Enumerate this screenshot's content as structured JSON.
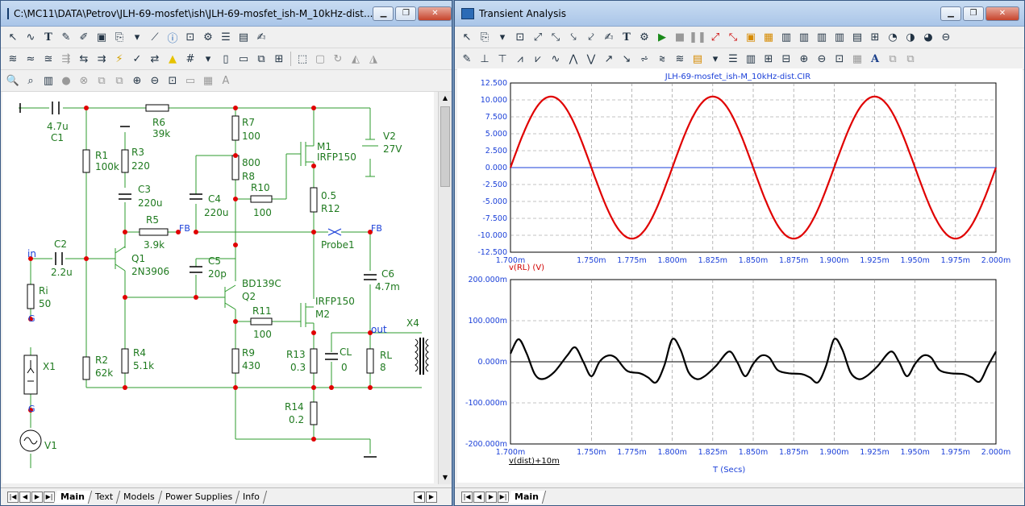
{
  "left_window": {
    "title": "C:\\MC11\\DATA\\Petrov\\JLH-69-mosfet\\ish\\JLH-69-mosfet_ish-M_10kHz-dist...",
    "tabs": [
      "Main",
      "Text",
      "Models",
      "Power Supplies",
      "Info"
    ],
    "active_tab": "Main"
  },
  "right_window": {
    "title": "Transient Analysis",
    "tabs": [
      "Main"
    ],
    "active_tab": "Main"
  },
  "schematic": {
    "labels": {
      "c1_val": "4.7u",
      "c1": "C1",
      "r6": "R6",
      "r6_val": "39k",
      "r7": "R7",
      "r7_val": "100",
      "m1": "M1",
      "m1_model": "IRFP150",
      "v2": "V2",
      "v2_val": "27V",
      "r1": "R1",
      "r1_val": "100k",
      "r3": "R3",
      "r3_val": "220",
      "r8_val": "800",
      "r8": "R8",
      "c3": "C3",
      "c3_val": "220u",
      "c4": "C4",
      "c4_val": "220u",
      "r10": "R10",
      "r10_val": "100",
      "r12_val": "0.5",
      "r12": "R12",
      "r5": "R5",
      "r5_val": "3.9k",
      "fb1": "FB",
      "fb2": "FB",
      "probe": "Probe1",
      "in": "in",
      "c2": "C2",
      "c2_val": "2.2u",
      "q1": "Q1",
      "q1_model": "2N3906",
      "c5": "C5",
      "c5_val": "20p",
      "q2_model": "BD139C",
      "q2": "Q2",
      "c6": "C6",
      "c6_val": "4.7m",
      "m2_model": "IRFP150",
      "m2": "M2",
      "ri": "Ri",
      "ri_val": "50",
      "g1": "G",
      "g2": "G",
      "r11": "R11",
      "r11_val": "100",
      "out": "out",
      "x4": "X4",
      "x1": "X1",
      "r13": "R13",
      "r13_val": "0.3",
      "cl": "CL",
      "cl_val": "0",
      "rl": "RL",
      "rl_val": "8",
      "r2": "R2",
      "r2_val": "62k",
      "r4": "R4",
      "r4_val": "5.1k",
      "r9": "R9",
      "r9_val": "430",
      "r14": "R14",
      "r14_val": "0.2",
      "v1": "V1"
    }
  },
  "chart_data": [
    {
      "type": "line",
      "title": "JLH-69-mosfet_ish-M_10kHz-dist.CIR",
      "xlabel": "",
      "ylabel": "v(RL) (V)",
      "xlim": [
        1.7,
        2.0
      ],
      "ylim": [
        -12.5,
        12.5
      ],
      "x_ticks": [
        "1.700m",
        "1.750m",
        "1.775m",
        "1.800m",
        "1.825m",
        "1.850m",
        "1.875m",
        "1.900m",
        "1.925m",
        "1.950m",
        "1.975m",
        "2.000m"
      ],
      "y_ticks": [
        "12.500",
        "10.000",
        "7.500",
        "5.000",
        "2.500",
        "0.000",
        "-2.500",
        "-5.000",
        "-7.500",
        "-10.000",
        "-12.500"
      ],
      "grid": true,
      "series": [
        {
          "name": "v(RL) (V)",
          "color": "#e00000",
          "x": [
            1.7,
            1.7125,
            1.725,
            1.7375,
            1.75,
            1.7625,
            1.775,
            1.7875,
            1.8,
            1.8125,
            1.825,
            1.8375,
            1.85,
            1.8625,
            1.875,
            1.8875,
            1.9,
            1.9125,
            1.925,
            1.9375,
            1.95,
            1.9625,
            1.975,
            1.9875,
            2.0
          ],
          "y": [
            0,
            7.4,
            10.5,
            7.4,
            0,
            -7.4,
            -10.5,
            -7.4,
            0,
            7.4,
            10.5,
            7.4,
            0,
            -7.4,
            -10.5,
            -7.4,
            0,
            7.4,
            10.5,
            7.4,
            0,
            -7.4,
            -10.5,
            -7.4,
            0
          ]
        }
      ]
    },
    {
      "type": "line",
      "title": "",
      "xlabel": "T (Secs)",
      "ylabel": "v(dist)+10m",
      "xlim": [
        1.7,
        2.0
      ],
      "ylim": [
        -200,
        200
      ],
      "x_ticks": [
        "1.700m",
        "1.750m",
        "1.775m",
        "1.800m",
        "1.825m",
        "1.850m",
        "1.875m",
        "1.900m",
        "1.925m",
        "1.950m",
        "1.975m",
        "2.000m"
      ],
      "y_ticks": [
        "200.000m",
        "100.000m",
        "0.000m",
        "-100.000m",
        "-200.000m"
      ],
      "grid": true,
      "series": [
        {
          "name": "v(dist)+10m",
          "color": "#000000",
          "x": [
            1.7,
            1.705,
            1.71,
            1.715,
            1.72,
            1.727,
            1.735,
            1.74,
            1.745,
            1.75,
            1.755,
            1.76,
            1.765,
            1.772,
            1.78,
            1.785,
            1.79,
            1.795,
            1.8,
            1.805,
            1.81,
            1.815,
            1.82,
            1.827,
            1.835,
            1.84,
            1.845,
            1.85,
            1.855,
            1.86,
            1.865,
            1.872,
            1.88,
            1.885,
            1.89,
            1.895,
            1.9,
            1.905,
            1.91,
            1.915,
            1.92,
            1.927,
            1.935,
            1.94,
            1.945,
            1.95,
            1.955,
            1.96,
            1.965,
            1.972,
            1.98,
            1.985,
            1.99,
            1.995,
            2.0
          ],
          "y": [
            20,
            55,
            20,
            -30,
            -42,
            -25,
            15,
            35,
            0,
            -35,
            0,
            15,
            10,
            -22,
            -28,
            -38,
            -50,
            -10,
            55,
            30,
            -25,
            -42,
            -35,
            -10,
            25,
            0,
            -35,
            -5,
            15,
            10,
            -20,
            -28,
            -30,
            -38,
            -50,
            -10,
            55,
            30,
            -25,
            -42,
            -35,
            -10,
            25,
            0,
            -35,
            -5,
            15,
            10,
            -20,
            -28,
            -30,
            -38,
            -48,
            -10,
            25
          ]
        }
      ]
    }
  ]
}
